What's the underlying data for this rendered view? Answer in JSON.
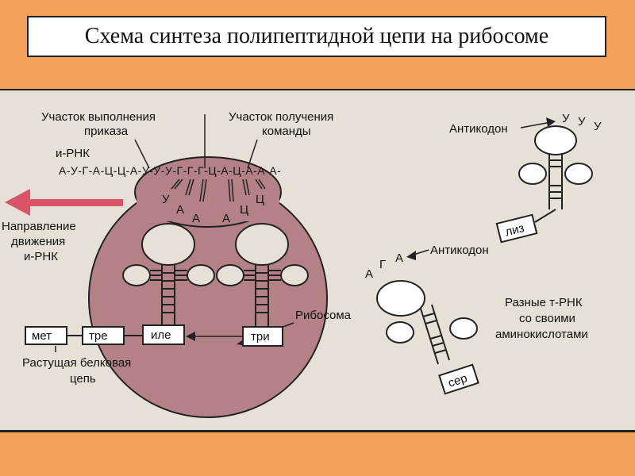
{
  "title": "Схема синтеза полипептидной цепи на рибосоме",
  "labels": {
    "site_exec_line1": "Участок выполнения",
    "site_exec_line2": "приказа",
    "site_recv_line1": "Участок получения",
    "site_recv_line2": "команды",
    "mrna": "и-РНК",
    "mrna_sequence": "А-У-Г-А-Ц-Ц-А-У-У-У-Г-Г-Г-Ц-А-Ц-А-А-А-",
    "direction_line1": "Направление",
    "direction_line2": "движения",
    "direction_line3": "и-РНК",
    "ribosome": "Рибосома",
    "growing_chain_line1": "Растущая белковая",
    "growing_chain_line2": "цепь",
    "anticodon_top": "Антикодон",
    "anticodon_mid": "Антикодон",
    "trna_line1": "Разные т-РНК",
    "trna_line2": "со своими",
    "trna_line3": "аминокислотами"
  },
  "chain": [
    "мет",
    "тре",
    "иле"
  ],
  "amino_acids": {
    "bound_right": "три",
    "free_top": "лиз",
    "free_bottom": "сер"
  },
  "anticodons": {
    "left": [
      "У",
      "А",
      "А"
    ],
    "right": [
      "А",
      "Ц",
      "Ц"
    ],
    "top": [
      "У",
      "У",
      "У"
    ],
    "bottom": [
      "А",
      "Г",
      "А"
    ]
  },
  "colors": {
    "background": "#f4a25a",
    "panel": "#e7e0d6",
    "ribosome": "#b48286",
    "arrow": "#d9536b"
  }
}
